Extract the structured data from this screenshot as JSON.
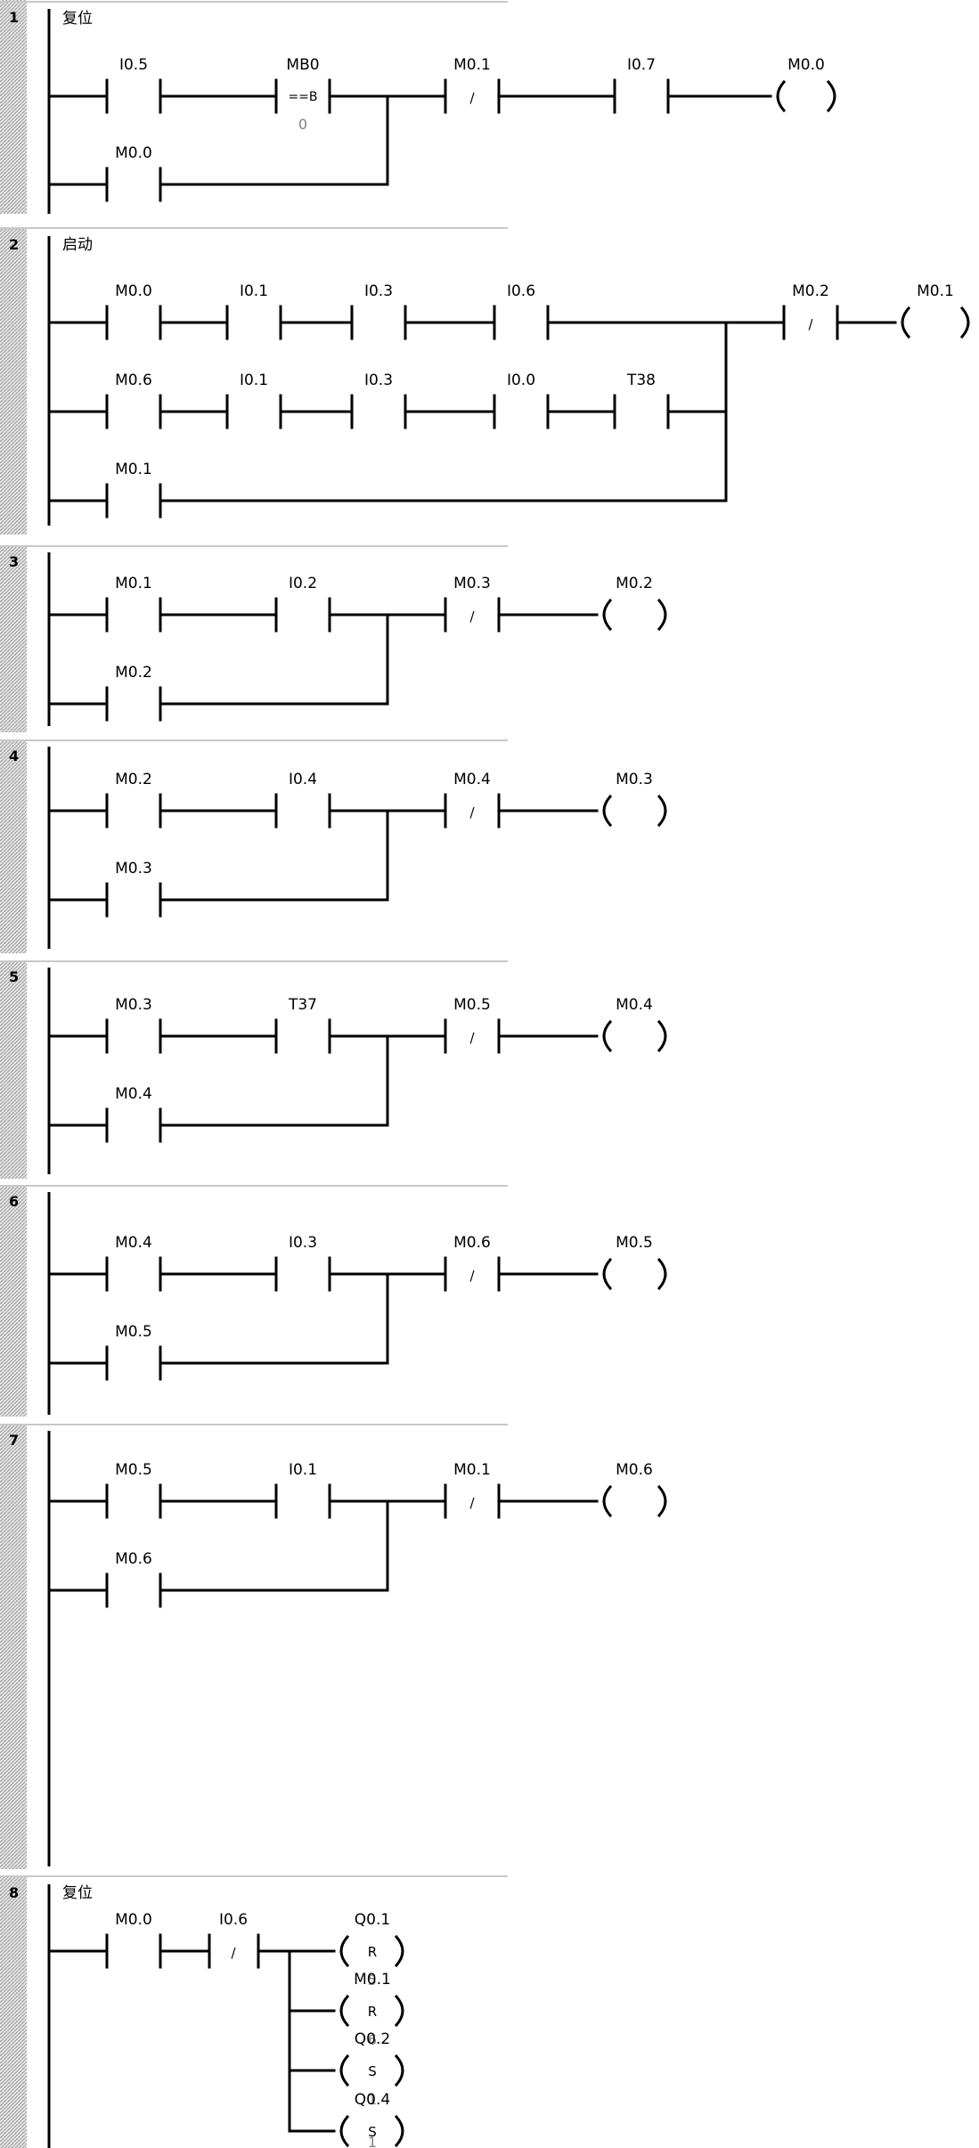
{
  "networks": [
    {
      "number": "1",
      "title": "复位",
      "elements": [
        {
          "kind": "contact_no",
          "label": "I0.5"
        },
        {
          "kind": "compare",
          "label": "MB0",
          "operator": "==B",
          "operand": "0"
        },
        {
          "kind": "contact_nc",
          "label": "M0.1"
        },
        {
          "kind": "contact_no",
          "label": "I0.7"
        },
        {
          "kind": "coil",
          "label": "M0.0"
        },
        {
          "kind": "contact_no",
          "label": "M0.0"
        }
      ]
    },
    {
      "number": "2",
      "title": "启动",
      "elements": [
        {
          "kind": "contact_no",
          "label": "M0.0"
        },
        {
          "kind": "contact_no",
          "label": "I0.1"
        },
        {
          "kind": "contact_no",
          "label": "I0.3"
        },
        {
          "kind": "contact_no",
          "label": "I0.6"
        },
        {
          "kind": "contact_nc",
          "label": "M0.2"
        },
        {
          "kind": "coil",
          "label": "M0.1"
        },
        {
          "kind": "contact_no",
          "label": "M0.6"
        },
        {
          "kind": "contact_no",
          "label": "I0.1"
        },
        {
          "kind": "contact_no",
          "label": "I0.3"
        },
        {
          "kind": "contact_no",
          "label": "I0.0"
        },
        {
          "kind": "contact_no",
          "label": "T38"
        },
        {
          "kind": "contact_no",
          "label": "M0.1"
        }
      ]
    },
    {
      "number": "3",
      "title": "",
      "elements": [
        {
          "kind": "contact_no",
          "label": "M0.1"
        },
        {
          "kind": "contact_no",
          "label": "I0.2"
        },
        {
          "kind": "contact_nc",
          "label": "M0.3"
        },
        {
          "kind": "coil",
          "label": "M0.2"
        },
        {
          "kind": "contact_no",
          "label": "M0.2"
        }
      ]
    },
    {
      "number": "4",
      "title": "",
      "elements": [
        {
          "kind": "contact_no",
          "label": "M0.2"
        },
        {
          "kind": "contact_no",
          "label": "I0.4"
        },
        {
          "kind": "contact_nc",
          "label": "M0.4"
        },
        {
          "kind": "coil",
          "label": "M0.3"
        },
        {
          "kind": "contact_no",
          "label": "M0.3"
        }
      ]
    },
    {
      "number": "5",
      "title": "",
      "elements": [
        {
          "kind": "contact_no",
          "label": "M0.3"
        },
        {
          "kind": "contact_no",
          "label": "T37"
        },
        {
          "kind": "contact_nc",
          "label": "M0.5"
        },
        {
          "kind": "coil",
          "label": "M0.4"
        },
        {
          "kind": "contact_no",
          "label": "M0.4"
        }
      ]
    },
    {
      "number": "6",
      "title": "",
      "elements": [
        {
          "kind": "contact_no",
          "label": "M0.4"
        },
        {
          "kind": "contact_no",
          "label": "I0.3"
        },
        {
          "kind": "contact_nc",
          "label": "M0.6"
        },
        {
          "kind": "coil",
          "label": "M0.5"
        },
        {
          "kind": "contact_no",
          "label": "M0.5"
        }
      ]
    },
    {
      "number": "7",
      "title": "",
      "elements": [
        {
          "kind": "contact_no",
          "label": "M0.5"
        },
        {
          "kind": "contact_no",
          "label": "I0.1"
        },
        {
          "kind": "contact_nc",
          "label": "M0.1"
        },
        {
          "kind": "coil",
          "label": "M0.6"
        },
        {
          "kind": "contact_no",
          "label": "M0.6"
        }
      ]
    },
    {
      "number": "8",
      "title": "复位",
      "elements": [
        {
          "kind": "contact_no",
          "label": "M0.0"
        },
        {
          "kind": "contact_nc",
          "label": "I0.6"
        },
        {
          "kind": "coil",
          "label": "Q0.1",
          "letter": "R",
          "param": "5"
        },
        {
          "kind": "coil",
          "label": "M0.1",
          "letter": "R",
          "param": "6"
        },
        {
          "kind": "coil",
          "label": "Q0.2",
          "letter": "S",
          "param": "1"
        },
        {
          "kind": "coil",
          "label": "Q0.4",
          "letter": "S",
          "param": "1"
        }
      ]
    }
  ]
}
